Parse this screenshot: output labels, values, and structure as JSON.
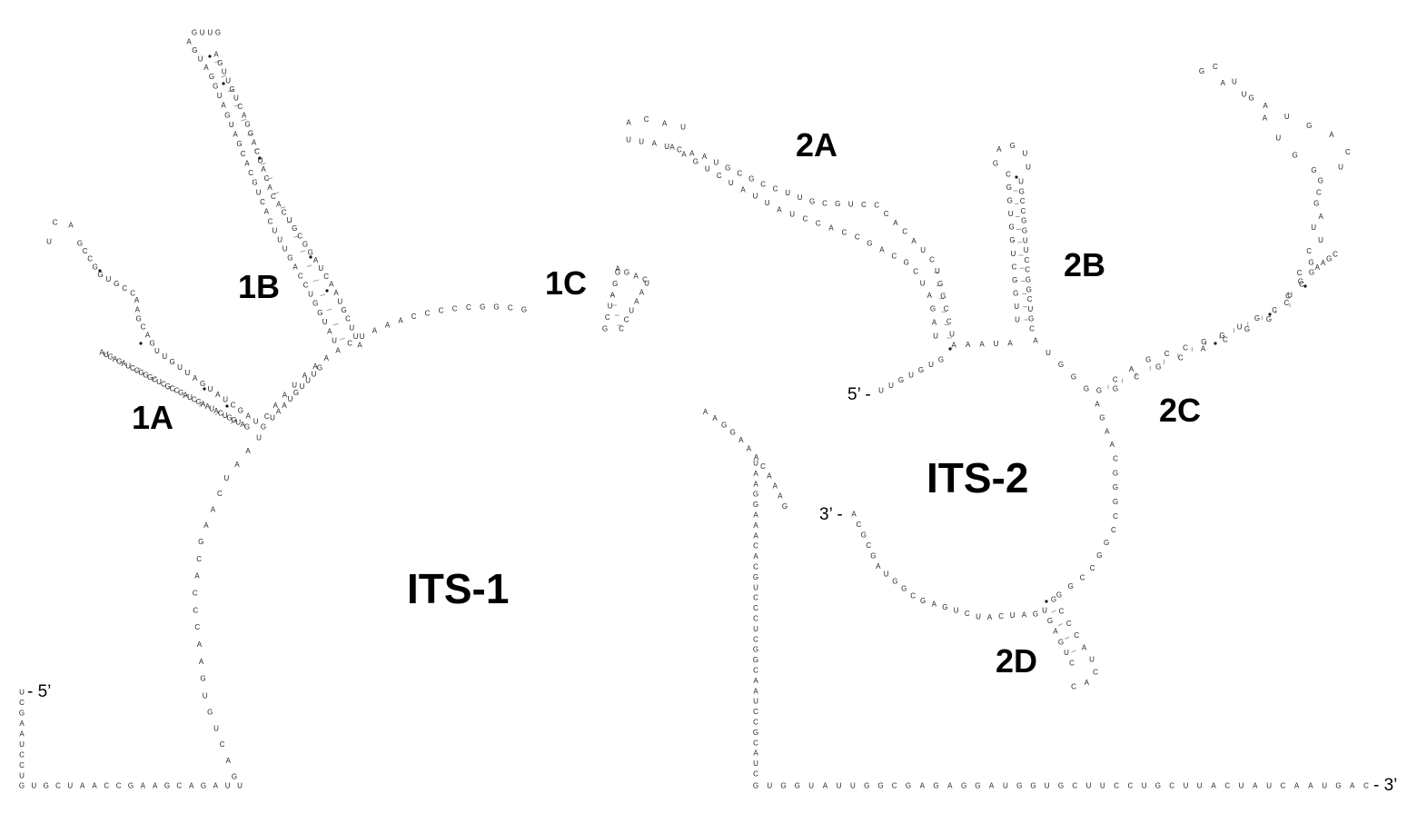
{
  "labels": {
    "its1": "ITS-1",
    "its2": "ITS-2",
    "h1a": "1A",
    "h1b": "1B",
    "h1c": "1C",
    "h2a": "2A",
    "h2b": "2B",
    "h2c": "2C",
    "h2d": "2D"
  },
  "ends": {
    "its1_5": "- 5’",
    "its1_3": "- 3’",
    "its2_5": "5’ -",
    "its2_3": "3’ -"
  },
  "its1": {
    "five_prime_tail": "UCGAAUCCU",
    "bottom_left": "GUGCUAACCGAAGCAGAUU",
    "left_arc": "GACUGUGAACCCACGAACUAAU",
    "helix_1a_5": "GAUGGUCAUAAGCUAGCCGCUCGGGCCUAGAGUA",
    "helix_1a_loop": "UCA",
    "helix_1a_3": "GCCGGUGCCAAGCAGUUGUUAGUAUCGAUG",
    "junction_1a_1b": "UAAUGUUUG",
    "helix_1b_5": "UAUGGUCCAGUUUCACUGCACGAUGAUGGAUGA",
    "helix_1b_loop": "GUUG",
    "helix_1b_3": "AGUUGUCAGGACUACACACUGCGGAUCAAUGCUUA",
    "top_arc": "CAAUAAAACUAAACCCCCGGCG",
    "helix_1c_5": "GCUAGG",
    "helix_1c_loop": "AGAC",
    "helix_1c_3": "UAAUCC",
    "right_arc": "AAGGAAACAAAG",
    "right_vertical": "UAAGGAAACACGUCCCUCGGCAAUCCGCAUC",
    "bottom_right": "GUGGUAUUGGCGAGAGGAUGGUGCUUCCUGCUUACUAUCAAUGAC"
  },
  "its2": {
    "five_prime_tail": "UUGUGUG",
    "junction_a": "AAAUA",
    "helix_2a_5": "UAGAUCGCAGCCACCUAUUAUCUGAA",
    "helix_2a_loop": "ACAU",
    "helix_2a_3": "UUAUCAAUGCGCCUUGCGUCCCACAUCUGGCCU",
    "helix_2b_5": "UUGGCUGGUGGC",
    "helix_2b_loop": "GAGUU",
    "helix_2b_3": "UGCCGGUUCCGGCUGC",
    "junction_b": "AUGGG",
    "helix_2c_5": "GCAGCCGGUGCCG",
    "helix_2c_loop": "GAAGC",
    "helix_2c_3": "UCCUGGUCAGUAUAGCUGAUGGCAUGCCGGCACGCG",
    "junction_c": "AGAACGGGCCGGCCGG",
    "helix_2d_5": "UGAGUC",
    "helix_2d_loop": "CAC",
    "helix_2d_3": "UACCCG",
    "three_prime_arc": "GAUCAUCUGAGCGGUAGCGCA"
  },
  "colors": {
    "nucleotide": "#222222",
    "pair_line": "#888888",
    "label": "#000000"
  }
}
